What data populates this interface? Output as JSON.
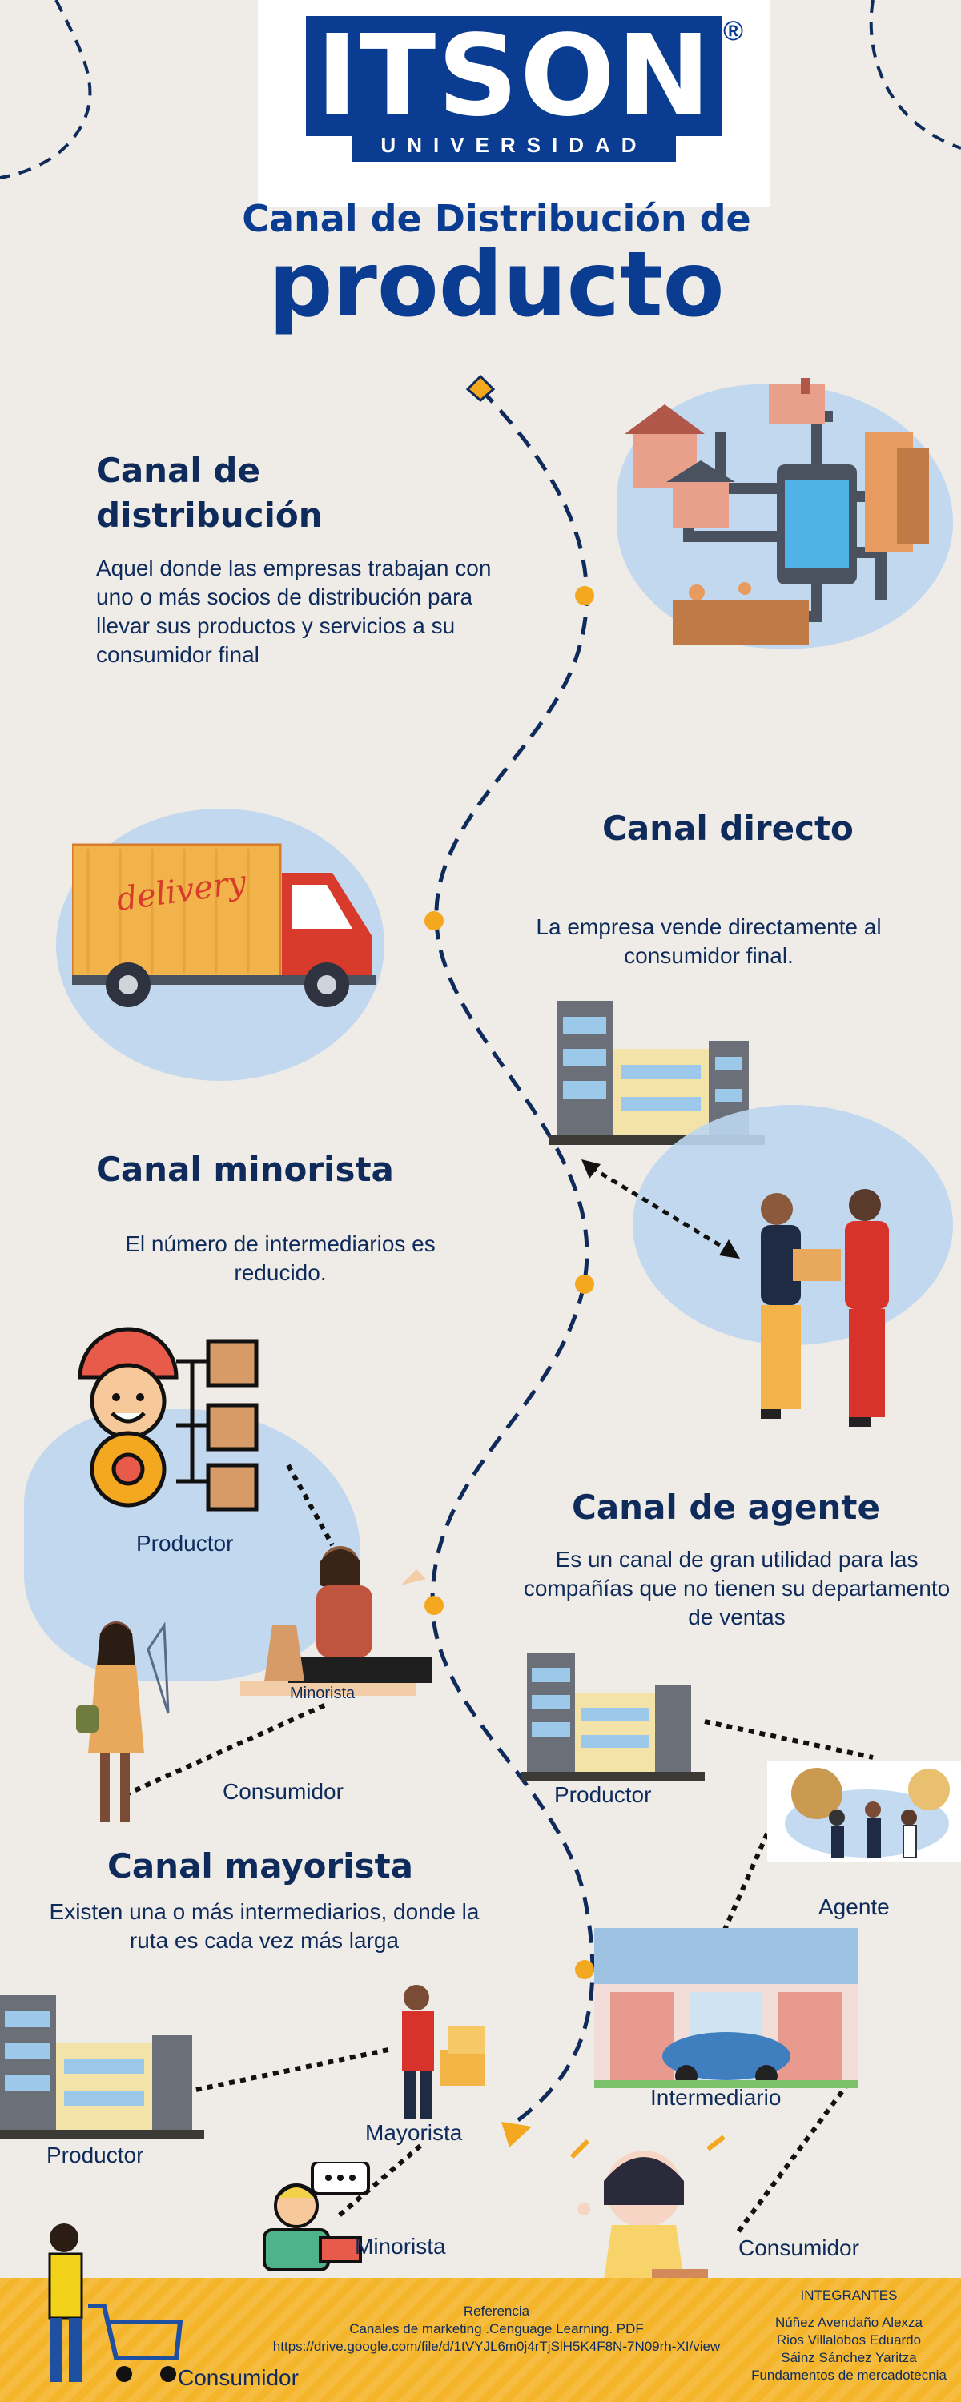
{
  "logo": {
    "name": "ITSON",
    "registered": "®",
    "subtitle": "UNIVERSIDAD"
  },
  "title": {
    "line1": "Canal de Distribución de",
    "line2": "producto"
  },
  "sections": {
    "distribucion": {
      "heading_1": "Canal de",
      "heading_2": "distribución",
      "text": "Aquel donde las empresas trabajan con uno o más socios de distribución para llevar sus productos y servicios a su consumidor final"
    },
    "directo": {
      "heading": "Canal directo",
      "text": "La empresa vende directamente al consumidor final."
    },
    "minorista": {
      "heading": "Canal minorista",
      "text": "El número de intermediarios es reducido.",
      "productor": "Productor",
      "minorista": "Minorista",
      "consumidor": "Consumidor"
    },
    "agente": {
      "heading": "Canal de agente",
      "text": "Es un canal de gran utilidad para las compañías que no tienen su departamento de ventas",
      "productor": "Productor",
      "agente": "Agente",
      "intermediario": "Intermediario",
      "consumidor": "Consumidor"
    },
    "mayorista": {
      "heading": "Canal mayorista",
      "text": "Existen una o más intermediarios, donde la ruta es cada vez más larga",
      "productor": "Productor",
      "mayorista": "Mayorista",
      "minorista": "Minorista",
      "consumidor": "Consumidor"
    }
  },
  "truck": {
    "label": "delivery"
  },
  "footer": {
    "ref_title": "Referencia",
    "ref_line1": "Canales de marketing .Cenguage Learning. PDF",
    "ref_line2": "https://drive.google.com/file/d/1tVYJL6m0j4rTjSlH5K4F8N-7N09rh-XI/view",
    "int_title": "INTEGRANTES",
    "members": [
      "Núñez Avendaño Alexza",
      "Rios Villalobos Eduardo",
      "Sáinz Sánchez Yaritza",
      "Fundamentos de mercadotecnia"
    ]
  },
  "colors": {
    "navy": "#0f2b5b",
    "brand": "#0a3d91",
    "accent": "#f3a81f",
    "footer": "#f4b52a",
    "blob": "#bcd6ef"
  }
}
